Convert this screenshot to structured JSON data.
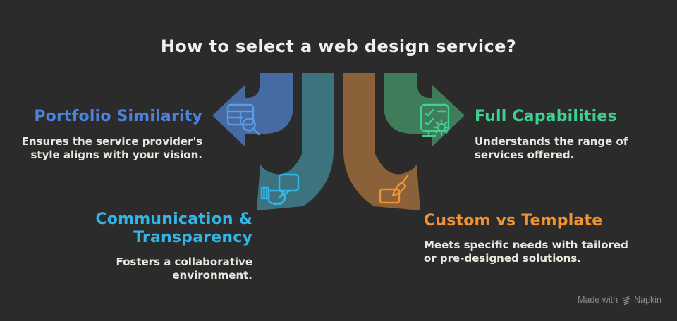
{
  "title": "How to select a web design service?",
  "title_color": "#f2efe9",
  "background_color": "#2b2b2b",
  "body_text_color": "#ebe7df",
  "sections": [
    {
      "id": "portfolio-similarity",
      "placement": "top-left",
      "heading": "Portfolio Similarity",
      "description_lines": [
        "Ensures the service provider's",
        "style aligns with your vision."
      ],
      "heading_color": "#4c82dd",
      "arrow_color": "#466ba3",
      "icon_color": "#5b9be2",
      "icon": "table-search-icon"
    },
    {
      "id": "full-capabilities",
      "placement": "top-right",
      "heading": "Full Capabilities",
      "description_lines": [
        "Understands the range of",
        "services offered."
      ],
      "heading_color": "#3dd190",
      "arrow_color": "#3e7c5a",
      "icon_color": "#3fd092",
      "icon": "checklist-gear-icon"
    },
    {
      "id": "communication-transparency",
      "placement": "bottom-left",
      "heading": "Communication & Transparency",
      "heading_lines": [
        "Communication &",
        "Transparency"
      ],
      "description_lines": [
        "Fosters a collaborative",
        "environment."
      ],
      "heading_color": "#2fb7e9",
      "arrow_color": "#3d737e",
      "icon_color": "#2fb7e9",
      "icon": "chat-handshake-icon"
    },
    {
      "id": "custom-vs-template",
      "placement": "bottom-right",
      "heading": "Custom vs Template",
      "description_lines": [
        "Meets specific needs with tailored",
        "or pre-designed solutions."
      ],
      "heading_color": "#f09335",
      "arrow_color": "#8a6138",
      "icon_color": "#f09335",
      "icon": "paintbrush-icon"
    }
  ],
  "watermark": {
    "prefix": "Made with",
    "brand": "Napkin",
    "color": "#8a8a8a"
  }
}
